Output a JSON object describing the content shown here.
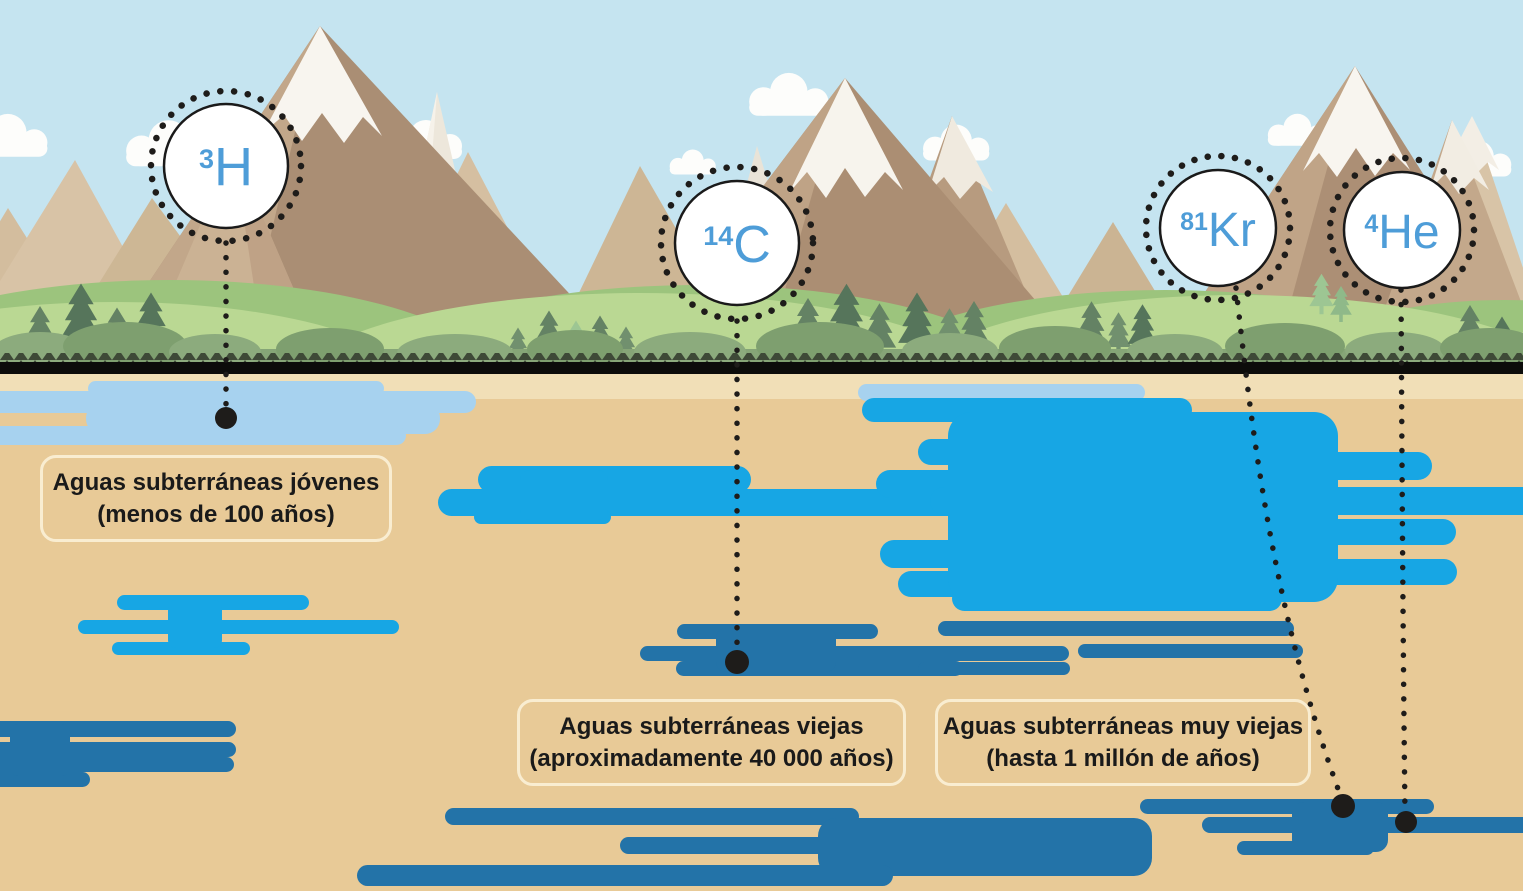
{
  "isotopes": [
    {
      "id": "tritium",
      "mass": "3",
      "symbol": "H"
    },
    {
      "id": "carbon-14",
      "mass": "14",
      "symbol": "C"
    },
    {
      "id": "krypton-81",
      "mass": "81",
      "symbol": "Kr"
    },
    {
      "id": "helium-4",
      "mass": "4",
      "symbol": "He"
    }
  ],
  "labels": [
    {
      "id": "young",
      "line1": "Aguas subterráneas jóvenes",
      "line2": "(menos de 100 años)"
    },
    {
      "id": "old",
      "line1": "Aguas subterráneas viejas",
      "line2": "(aproximadamente 40 000 años)"
    },
    {
      "id": "very-old",
      "line1": "Aguas subterráneas muy viejas",
      "line2": "(hasta 1 millón de años)"
    }
  ],
  "colors": {
    "sky": "#C5E4F0",
    "cloud": "#FDFDFB",
    "mountain_brown": "#AB8E73",
    "mountain_light": "#C0A487",
    "mountain_back_tan": "#D4BE9F",
    "snow": "#F8F5EF",
    "hill_front": "#BAD893",
    "hill_back": "#9CC47D",
    "pine_dark": "#56755B",
    "surface_line": "#0C0C0A",
    "subsoil_light": "#F1DFB7",
    "subsoil": "#E8CA97",
    "water_young": "#A7D2EF",
    "water_mid": "#17A6E4",
    "water_old": "#2373A8",
    "isotope_text": "#4E9DD8",
    "marker": "#1E1C1A",
    "label_border": "#F8ECCB"
  }
}
